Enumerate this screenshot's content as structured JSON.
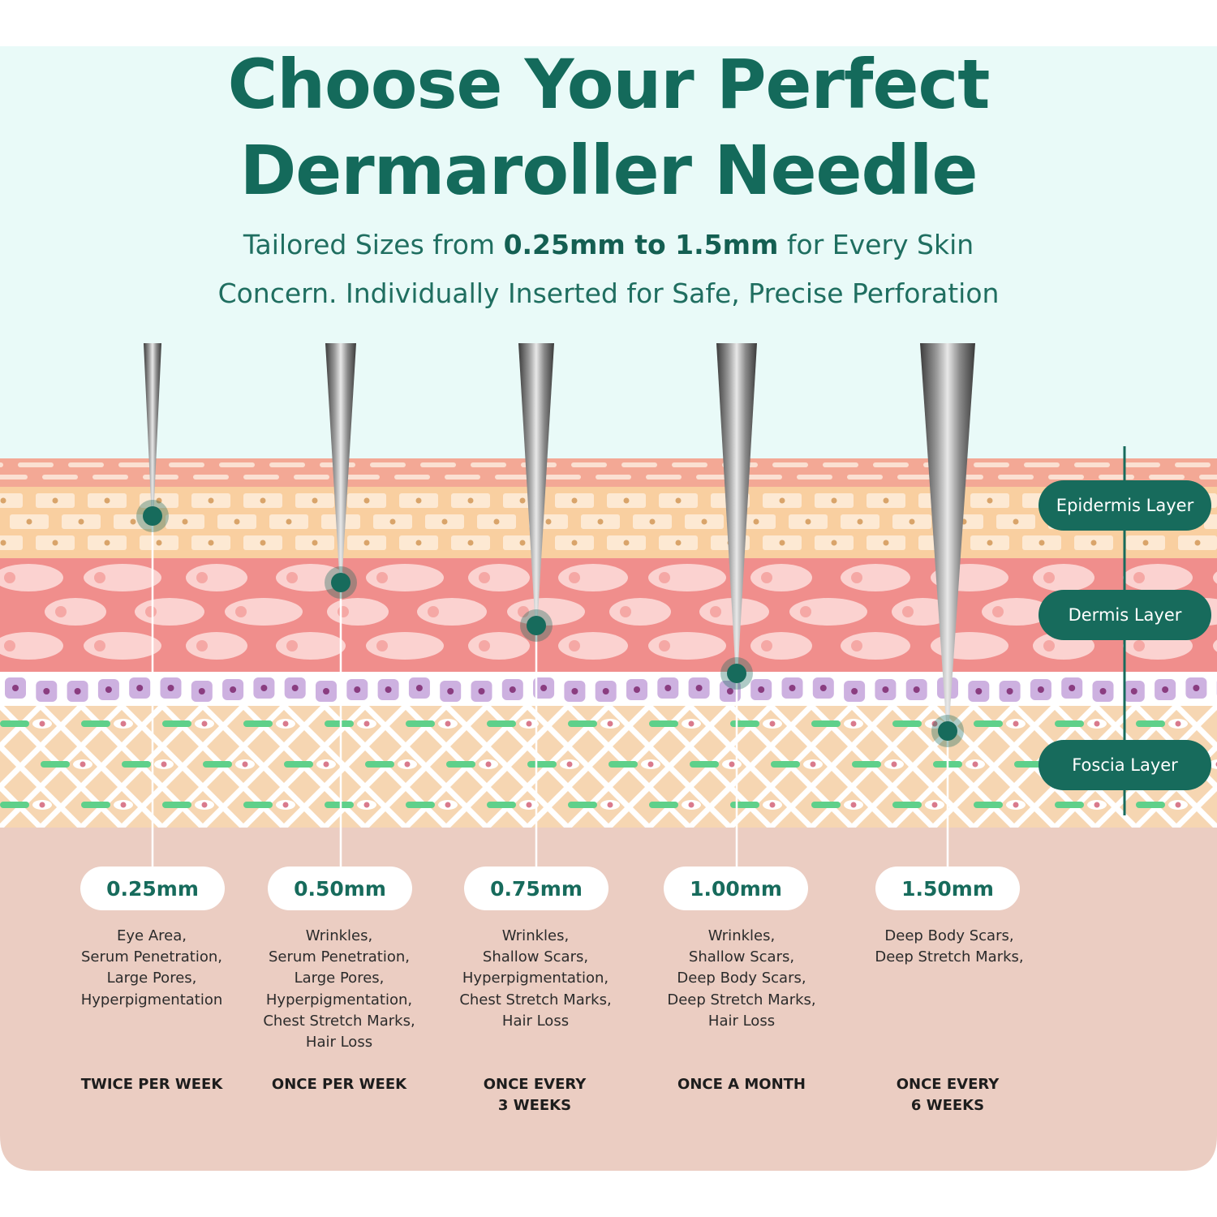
{
  "header": {
    "title_line1": "Choose Your Perfect",
    "title_line2": "Dermaroller Needle",
    "subtitle_pre": "Tailored Sizes from ",
    "subtitle_bold": "0.25mm to 1.5mm",
    "subtitle_post": " for Every Skin",
    "subtitle_line2": "Concern. Individually Inserted for Safe, Precise Perforation"
  },
  "layers": {
    "epidermis": "Epidermis Layer",
    "dermis": "Dermis Layer",
    "fascia": "Foscia Layer"
  },
  "needles": [
    {
      "size": "0.25mm",
      "uses": [
        "Eye Area,",
        "Serum Penetration,",
        "Large Pores,",
        "Hyperpigmentation"
      ],
      "frequency": [
        "TWICE PER WEEK"
      ]
    },
    {
      "size": "0.50mm",
      "uses": [
        "Wrinkles,",
        "Serum Penetration,",
        "Large Pores,",
        "Hyperpigmentation,",
        "Chest Stretch Marks,",
        "Hair Loss"
      ],
      "frequency": [
        "ONCE PER WEEK"
      ]
    },
    {
      "size": "0.75mm",
      "uses": [
        "Wrinkles,",
        "Shallow Scars,",
        "Hyperpigmentation,",
        "Chest Stretch Marks,",
        "Hair Loss"
      ],
      "frequency": [
        "ONCE EVERY",
        "3 WEEKS"
      ]
    },
    {
      "size": "1.00mm",
      "uses": [
        "Wrinkles,",
        "Shallow Scars,",
        "Deep Body Scars,",
        "Deep Stretch Marks,",
        "Hair Loss"
      ],
      "frequency": [
        "ONCE A MONTH"
      ]
    },
    {
      "size": "1.50mm",
      "uses": [
        "Deep Body Scars,",
        "Deep Stretch Marks,"
      ],
      "frequency": [
        "ONCE EVERY",
        "6 WEEKS"
      ]
    }
  ],
  "colors": {
    "brand_green": "#176b5c",
    "sky": "#e9faf8",
    "bottom_panel": "#ebcdc2",
    "epidermis": "#f9cfa0",
    "dermis": "#f08e8c",
    "fascia": "#f6d6b2"
  }
}
